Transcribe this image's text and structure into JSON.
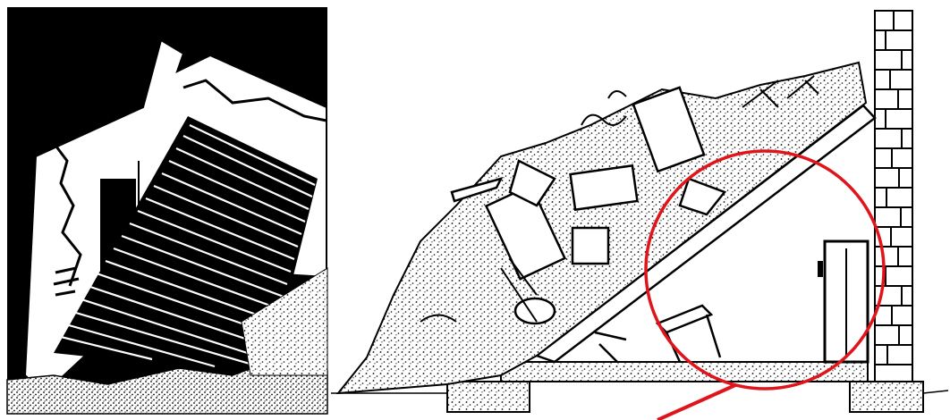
{
  "colors": {
    "ink": "#000000",
    "paper": "#ffffff",
    "highlight": "#e0151b"
  },
  "panels": [
    {
      "name": "collapsed-wall-panel",
      "icon": "collapsed-building-illustration"
    },
    {
      "name": "void-space-panel",
      "icon": "lean-to-collapse-void-illustration",
      "highlight": "red-circle-with-pointer-line"
    }
  ]
}
